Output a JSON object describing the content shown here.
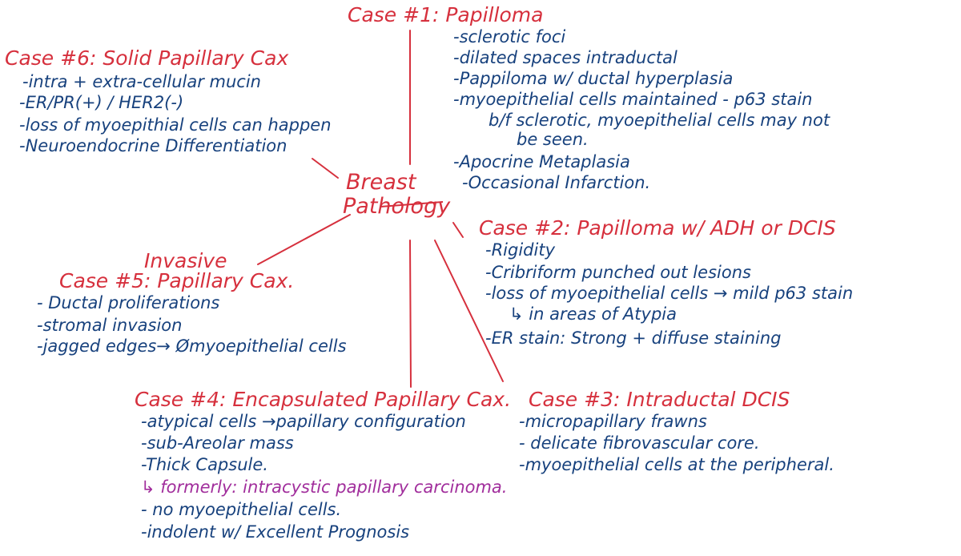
{
  "center": {
    "line1": "Breast",
    "line2": "Pathology"
  },
  "colors": {
    "heading": "#d6303d",
    "text": "#17417d",
    "note": "#a12e9c"
  },
  "case1": {
    "title": "Case #1: Papilloma",
    "items": [
      "-sclerotic foci",
      "-dilated spaces intraductal",
      "-Pappiloma w/ ductal hyperplasia",
      "-myoepithelial cells maintained - p63 stain",
      "b/f sclerotic, myoepithelial cells may not",
      "be seen.",
      "-Apocrine Metaplasia",
      "-Occasional Infarction."
    ]
  },
  "case2": {
    "title": "Case #2: Papilloma w/ ADH or DCIS",
    "items": [
      "-Rigidity",
      "-Cribriform punched out lesions",
      "-loss of myoepithelial cells → mild p63 stain",
      "↳ in areas of Atypia",
      "-ER stain: Strong + diffuse staining"
    ]
  },
  "case3": {
    "title": "Case #3: Intraductal DCIS",
    "items": [
      "-micropapillary frawns",
      "- delicate fibrovascular core.",
      "-myoepithelial cells at the peripheral."
    ]
  },
  "case4": {
    "title": "Case #4: Encapsulated Papillary Cax.",
    "items": [
      "-atypical cells →papillary configuration",
      "-sub-Areolar mass",
      "-Thick Capsule.",
      "↳ formerly: intracystic papillary carcinoma.",
      "- no myoepithelial cells.",
      "-indolent w/ Excellent Prognosis"
    ]
  },
  "case5": {
    "title_top": "Invasive",
    "title": "Case #5: Papillary Cax.",
    "items": [
      "- Ductal proliferations",
      "-stromal invasion",
      "-jagged edges→ Ømyoepithelial cells"
    ]
  },
  "case6": {
    "title": "Case #6: Solid Papillary Cax",
    "items": [
      "-intra + extra-cellular mucin",
      "-ER/PR(+) / HER2(-)",
      "-loss of myoepithial cells can happen",
      "-Neuroendocrine Differentiation"
    ]
  }
}
